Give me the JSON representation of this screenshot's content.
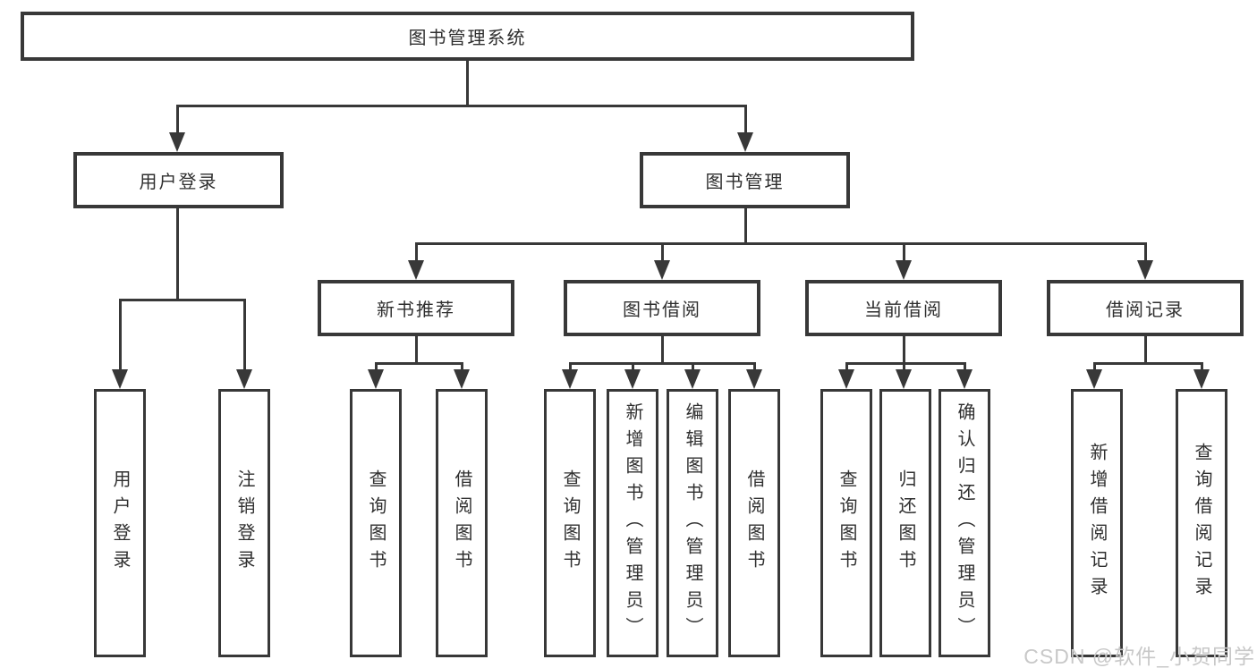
{
  "diagram": {
    "root": {
      "label": "图书管理系统",
      "children": [
        {
          "label": "用户登录",
          "children": [
            {
              "label": "用户登录"
            },
            {
              "label": "注销登录"
            }
          ]
        },
        {
          "label": "图书管理",
          "children": [
            {
              "label": "新书推荐",
              "children": [
                {
                  "label": "查询图书"
                },
                {
                  "label": "借阅图书"
                }
              ]
            },
            {
              "label": "图书借阅",
              "children": [
                {
                  "label": "查询图书"
                },
                {
                  "label": "新增图书（管理员）"
                },
                {
                  "label": "编辑图书（管理员）"
                },
                {
                  "label": "借阅图书"
                }
              ]
            },
            {
              "label": "当前借阅",
              "children": [
                {
                  "label": "查询图书"
                },
                {
                  "label": "归还图书"
                },
                {
                  "label": "确认归还（管理员）"
                }
              ]
            },
            {
              "label": "借阅记录",
              "children": [
                {
                  "label": "新增借阅记录"
                },
                {
                  "label": "查询借阅记录"
                }
              ]
            }
          ]
        }
      ]
    }
  },
  "watermark": {
    "text": "CSDN @软件_小贺同学"
  },
  "colors": {
    "line": "#383838",
    "text": "#2f2f2f",
    "background": "#ffffff",
    "watermark": "#c8c8c8"
  }
}
